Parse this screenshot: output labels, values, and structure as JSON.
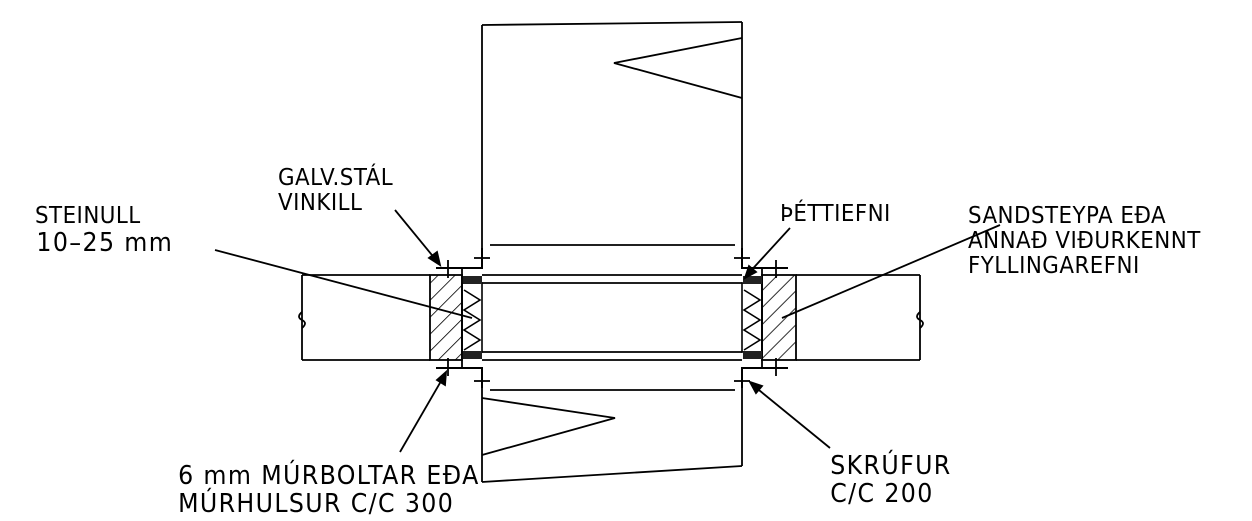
{
  "labels": {
    "galv": {
      "line1": "GALV.STÁL",
      "line2": "VINKILL"
    },
    "steinull": {
      "line1": "STEINULL",
      "line2": "10–25 mm"
    },
    "thetti": {
      "line1": "ÞÉTTIEFNI"
    },
    "sandsteypa": {
      "line1": "SANDSTEYPA EÐA",
      "line2": "ANNAÐ VIÐURKENNT",
      "line3": "FYLLINGAREFNI"
    },
    "murboltar": {
      "line1": "6 mm MÚRBOLTAR EÐA",
      "line2": "MÚRHULSUR C/C 300"
    },
    "skrufur": {
      "line1": "SKRÚFUR",
      "line2": "C/C 200"
    }
  }
}
